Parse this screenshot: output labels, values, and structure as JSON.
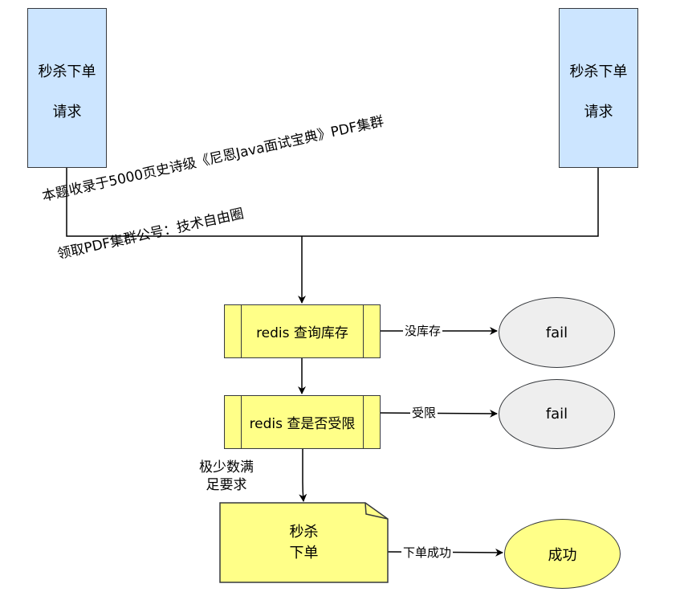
{
  "nodes": {
    "request_left": {
      "line1": "秒杀下单",
      "line2": "请求"
    },
    "request_right": {
      "line1": "秒杀下单",
      "line2": "请求"
    },
    "redis_stock": {
      "label": "redis 查询库存"
    },
    "redis_limit": {
      "label": "redis 查是否受限"
    },
    "seckill_order": {
      "line1": "秒杀",
      "line2": "下单"
    },
    "fail_1": {
      "label": "fail"
    },
    "fail_2": {
      "label": "fail"
    },
    "success": {
      "label": "成功"
    }
  },
  "edges": {
    "no_stock": "没库存",
    "limited": "受限",
    "order_success": "下单成功",
    "few_pass_line1": "极少数满",
    "few_pass_line2": "足要求"
  },
  "watermark": {
    "line1": "本题收录于5000页史诗级《尼恩Java面试宝典》PDF集群",
    "line2": "领取PDF集群公号：技术自由圈"
  },
  "colors": {
    "request_fill": "#cce5ff",
    "process_fill": "#ffff88",
    "fail_fill": "#eeeeee",
    "stroke": "#36393d"
  }
}
